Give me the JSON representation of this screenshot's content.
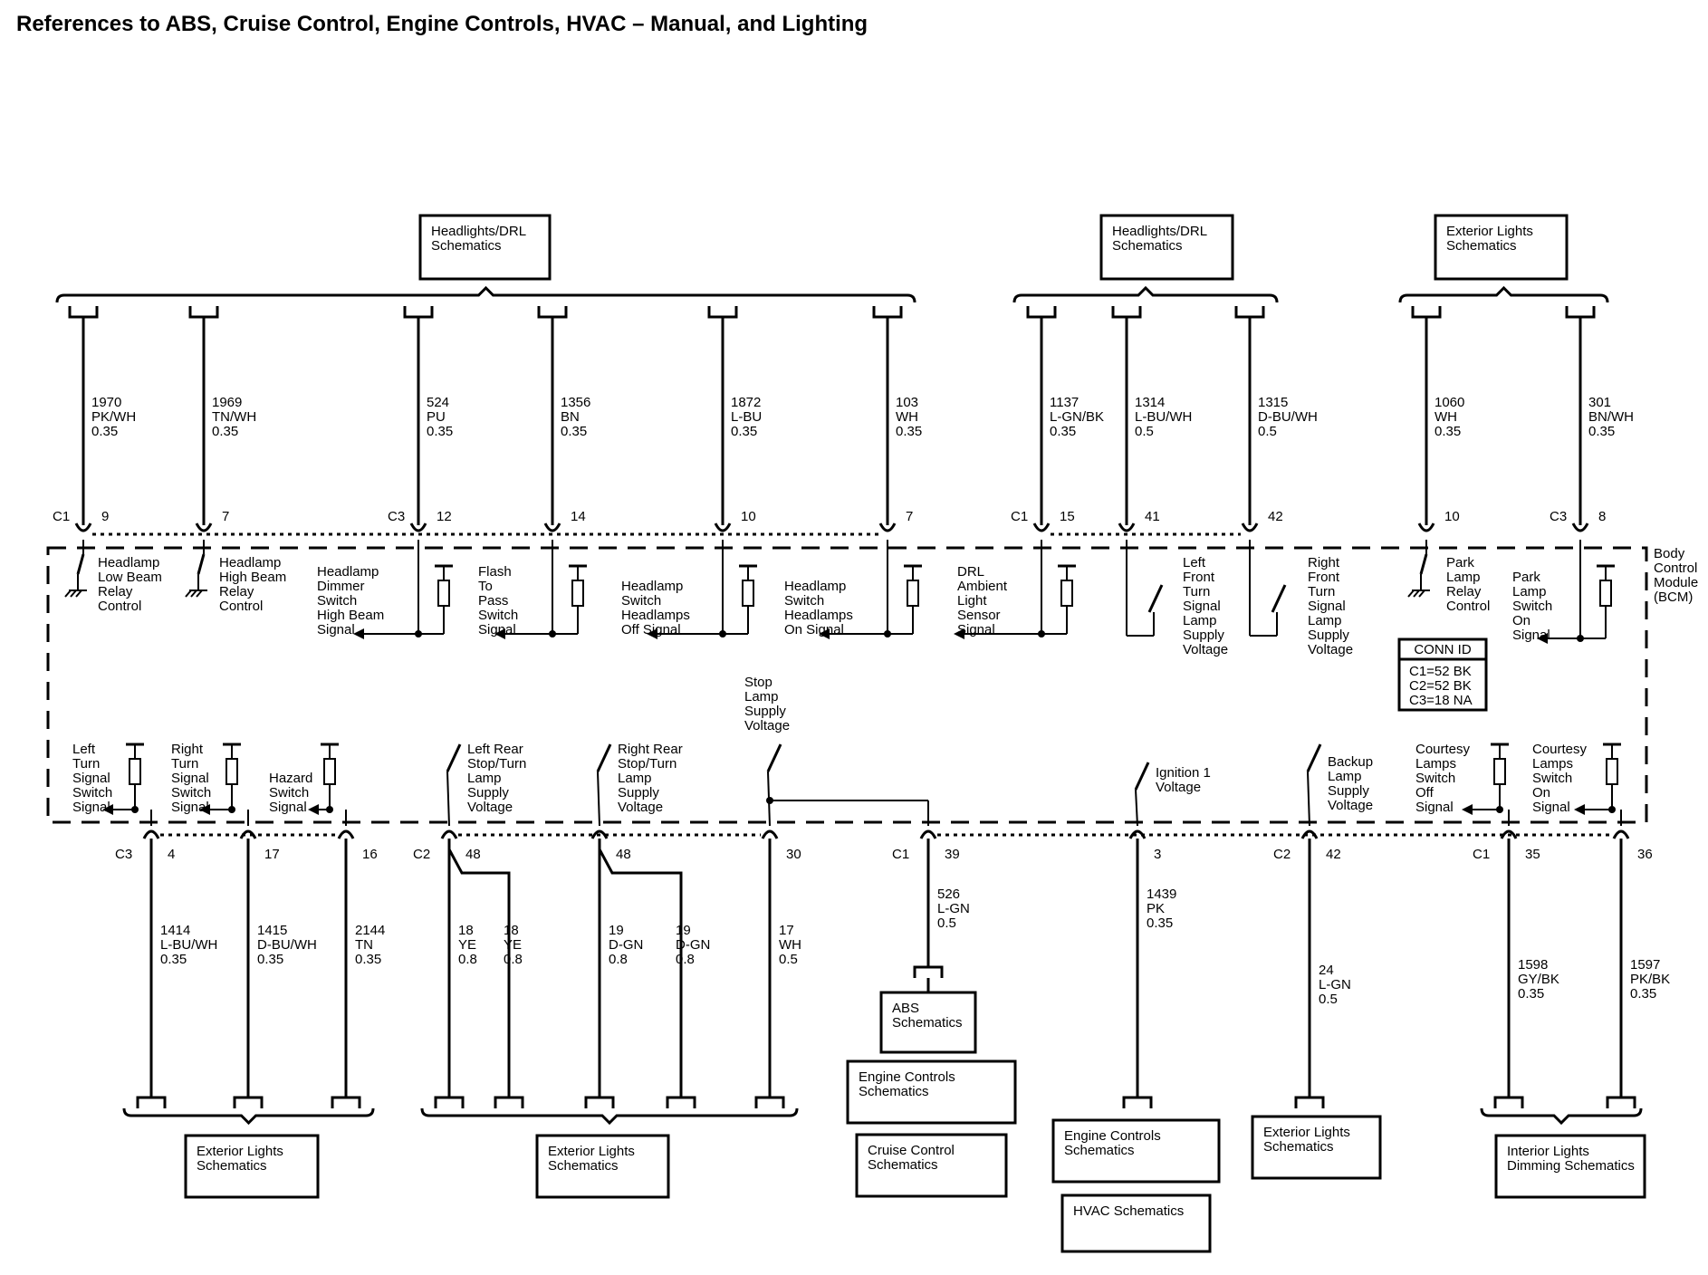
{
  "title": "References to ABS, Cruise Control, Engine Controls, HVAC – Manual, and Lighting",
  "module": {
    "name": [
      "Body",
      "Control",
      "Module",
      "(BCM)"
    ]
  },
  "conn_id": {
    "title": "CONN ID",
    "lines": [
      "C1=52 BK",
      "C2=52 BK",
      "C3=18 NA"
    ]
  },
  "top_refs": [
    {
      "lines": [
        "Headlights/DRL",
        "Schematics"
      ]
    },
    {
      "lines": [
        "Headlights/DRL",
        "Schematics"
      ]
    },
    {
      "lines": [
        "Exterior Lights",
        "Schematics"
      ]
    }
  ],
  "top_wires": [
    {
      "circuit": "1970",
      "color": "PK/WH",
      "size": "0.35",
      "conn": "C1",
      "pin": "9",
      "label": [
        "Headlamp",
        "Low Beam",
        "Relay",
        "Control"
      ]
    },
    {
      "circuit": "1969",
      "color": "TN/WH",
      "size": "0.35",
      "conn": "",
      "pin": "7",
      "label": [
        "Headlamp",
        "High Beam",
        "Relay",
        "Control"
      ]
    },
    {
      "circuit": "524",
      "color": "PU",
      "size": "0.35",
      "conn": "C3",
      "pin": "12",
      "label": [
        "Headlamp",
        "Dimmer",
        "Switch",
        "High Beam",
        "Signal"
      ]
    },
    {
      "circuit": "1356",
      "color": "BN",
      "size": "0.35",
      "conn": "",
      "pin": "14",
      "label": [
        "Flash",
        "To",
        "Pass",
        "Switch",
        "Signal"
      ]
    },
    {
      "circuit": "1872",
      "color": "L-BU",
      "size": "0.35",
      "conn": "",
      "pin": "10",
      "label": [
        "Headlamp",
        "Switch",
        "Headlamps",
        "Off Signal"
      ]
    },
    {
      "circuit": "103",
      "color": "WH",
      "size": "0.35",
      "conn": "",
      "pin": "7",
      "label": [
        "Headlamp",
        "Switch",
        "Headlamps",
        "On Signal"
      ]
    },
    {
      "circuit": "1137",
      "color": "L-GN/BK",
      "size": "0.35",
      "conn": "C1",
      "pin": "15",
      "label": [
        "DRL",
        "Ambient",
        "Light",
        "Sensor",
        "Signal"
      ]
    },
    {
      "circuit": "1314",
      "color": "L-BU/WH",
      "size": "0.5",
      "conn": "",
      "pin": "41",
      "label": [
        "Left",
        "Front",
        "Turn",
        "Signal",
        "Lamp",
        "Supply",
        "Voltage"
      ]
    },
    {
      "circuit": "1315",
      "color": "D-BU/WH",
      "size": "0.5",
      "conn": "",
      "pin": "42",
      "label": [
        "Right",
        "Front",
        "Turn",
        "Signal",
        "Lamp",
        "Supply",
        "Voltage"
      ]
    },
    {
      "circuit": "1060",
      "color": "WH",
      "size": "0.35",
      "conn": "",
      "pin": "10",
      "label": [
        "Park",
        "Lamp",
        "Relay",
        "Control"
      ]
    },
    {
      "circuit": "301",
      "color": "BN/WH",
      "size": "0.35",
      "conn": "C3",
      "pin": "8",
      "label": [
        "Park",
        "Lamp",
        "Switch",
        "On",
        "Signal"
      ]
    }
  ],
  "bottom_wires": [
    {
      "circuit": "1414",
      "color": "L-BU/WH",
      "size": "0.35",
      "conn": "C3",
      "pin": "4",
      "label": [
        "Left",
        "Turn",
        "Signal",
        "Switch",
        "Signal"
      ]
    },
    {
      "circuit": "1415",
      "color": "D-BU/WH",
      "size": "0.35",
      "conn": "",
      "pin": "17",
      "label": [
        "Right",
        "Turn",
        "Signal",
        "Switch",
        "Signal"
      ]
    },
    {
      "circuit": "2144",
      "color": "TN",
      "size": "0.35",
      "conn": "",
      "pin": "16",
      "label": [
        "Hazard",
        "Switch",
        "Signal"
      ]
    },
    {
      "circuit": "",
      "color": "",
      "size": "",
      "conn": "C2",
      "pin": "48",
      "label": [
        "Left Rear",
        "Stop/Turn",
        "Lamp",
        "Supply",
        "Voltage"
      ]
    },
    {
      "circuit": "",
      "color": "",
      "size": "",
      "conn": "",
      "pin": "48",
      "label": [
        "Right Rear",
        "Stop/Turn",
        "Lamp",
        "Supply",
        "Voltage"
      ]
    },
    {
      "circuit": "17",
      "color": "WH",
      "size": "0.5",
      "conn": "",
      "pin": "30",
      "label": [
        "Stop",
        "Lamp",
        "Supply",
        "Voltage"
      ]
    },
    {
      "circuit": "526",
      "color": "L-GN",
      "size": "0.5",
      "conn": "C1",
      "pin": "39",
      "label": []
    },
    {
      "circuit": "1439",
      "color": "PK",
      "size": "0.35",
      "conn": "",
      "pin": "3",
      "label": [
        "Ignition 1",
        "Voltage"
      ]
    },
    {
      "circuit": "24",
      "color": "L-GN",
      "size": "0.5",
      "conn": "C2",
      "pin": "42",
      "label": [
        "Backup",
        "Lamp",
        "Supply",
        "Voltage"
      ]
    },
    {
      "circuit": "1598",
      "color": "GY/BK",
      "size": "0.35",
      "conn": "C1",
      "pin": "35",
      "label": [
        "Courtesy",
        "Lamps",
        "Switch",
        "Off",
        "Signal"
      ]
    },
    {
      "circuit": "1597",
      "color": "PK/BK",
      "size": "0.35",
      "conn": "",
      "pin": "36",
      "label": [
        "Courtesy",
        "Lamps",
        "Switch",
        "On",
        "Signal"
      ]
    }
  ],
  "split_wires": [
    {
      "circuit": "18",
      "color": "YE",
      "size": "0.8"
    },
    {
      "circuit": "18",
      "color": "YE",
      "size": "0.8"
    },
    {
      "circuit": "19",
      "color": "D-GN",
      "size": "0.8"
    },
    {
      "circuit": "19",
      "color": "D-GN",
      "size": "0.8"
    }
  ],
  "bottom_refs": [
    {
      "lines": [
        "Exterior Lights",
        "Schematics"
      ]
    },
    {
      "lines": [
        "Exterior Lights",
        "Schematics"
      ]
    },
    {
      "lines": [
        "ABS",
        "Schematics"
      ]
    },
    {
      "lines": [
        "Engine Controls",
        "Schematics"
      ]
    },
    {
      "lines": [
        "Cruise Control",
        "Schematics"
      ]
    },
    {
      "lines": [
        "Engine Controls",
        "Schematics"
      ]
    },
    {
      "lines": [
        "HVAC Schematics"
      ]
    },
    {
      "lines": [
        "Exterior Lights",
        "Schematics"
      ]
    },
    {
      "lines": [
        "Interior Lights",
        "Dimming Schematics"
      ]
    }
  ]
}
